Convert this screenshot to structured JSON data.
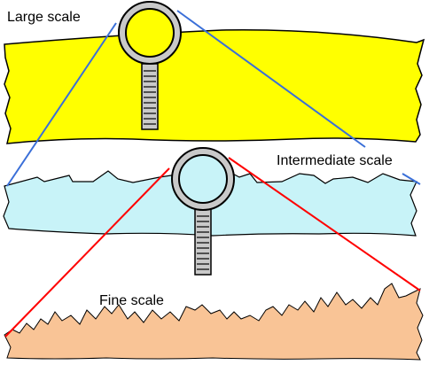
{
  "labels": {
    "large": "Large scale",
    "intermediate": "Intermediate scale",
    "fine": "Fine scale"
  },
  "colors": {
    "large_surface": "#ffff00",
    "intermediate_surface": "#c8f3f8",
    "fine_surface": "#f9c496",
    "zoom_line_upper": "#3a6fd8",
    "zoom_line_lower": "#ff0000",
    "magnifier_handle": "#c9c9c9",
    "outline": "#000000"
  },
  "icons": {
    "magnifier": "magnifying-glass-icon"
  }
}
